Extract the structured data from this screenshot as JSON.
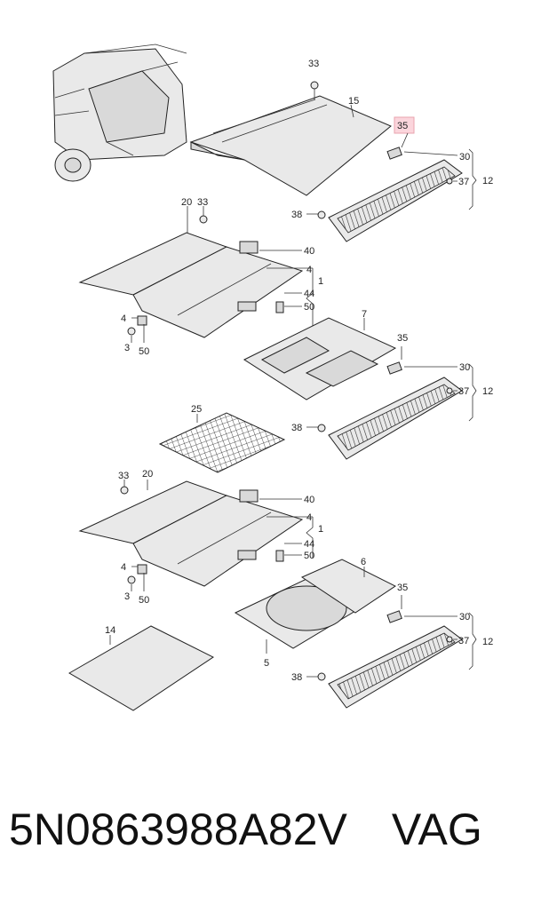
{
  "part_number": "5N0863988A82V",
  "brand": "VAG",
  "highlight_color": "#fbd5dc",
  "callouts": {
    "c33a": "33",
    "c15": "15",
    "c35a": "35",
    "c30a": "30",
    "c12a": "12",
    "c37a": "37",
    "c38a": "38",
    "c20a": "20",
    "c33b": "33",
    "c40a": "40",
    "c4a": "4",
    "c1a": "1",
    "c44a": "44",
    "c50a": "50",
    "c4b": "4",
    "c3a": "3",
    "c50b": "50",
    "c7": "7",
    "c35b": "35",
    "c30b": "30",
    "c12b": "12",
    "c37b": "37",
    "c38b": "38",
    "c25": "25",
    "c33c": "33",
    "c20b": "20",
    "c40b": "40",
    "c4c": "4",
    "c1b": "1",
    "c44b": "44",
    "c50c": "50",
    "c4d": "4",
    "c3b": "3",
    "c50d": "50",
    "c6": "6",
    "c5": "5",
    "c35c": "35",
    "c30c": "30",
    "c12c": "12",
    "c37c": "37",
    "c38c": "38",
    "c14": "14"
  }
}
